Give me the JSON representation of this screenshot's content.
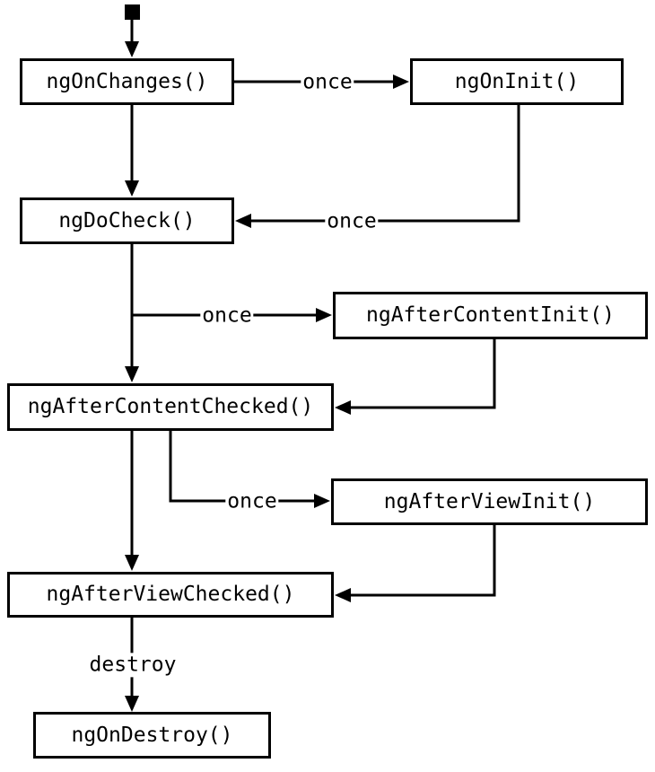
{
  "diagram": {
    "kind": "flowchart",
    "colors": {
      "ink": "#000000",
      "paper": "#ffffff"
    },
    "start_marker": "filled-square-initial-state"
  },
  "nodes": [
    {
      "id": "ngOnChanges",
      "label": "ngOnChanges()"
    },
    {
      "id": "ngOnInit",
      "label": "ngOnInit()"
    },
    {
      "id": "ngDoCheck",
      "label": "ngDoCheck()"
    },
    {
      "id": "ngAfterContentInit",
      "label": "ngAfterContentInit()"
    },
    {
      "id": "ngAfterContentChecked",
      "label": "ngAfterContentChecked()"
    },
    {
      "id": "ngAfterViewInit",
      "label": "ngAfterViewInit()"
    },
    {
      "id": "ngAfterViewChecked",
      "label": "ngAfterViewChecked()"
    },
    {
      "id": "ngOnDestroy",
      "label": "ngOnDestroy()"
    }
  ],
  "edges": [
    {
      "from": "start",
      "to": "ngOnChanges",
      "label": ""
    },
    {
      "from": "ngOnChanges",
      "to": "ngOnInit",
      "label": "once"
    },
    {
      "from": "ngOnChanges",
      "to": "ngDoCheck",
      "label": ""
    },
    {
      "from": "ngOnInit",
      "to": "ngDoCheck",
      "label": "once"
    },
    {
      "from": "ngDoCheck",
      "to": "ngAfterContentInit",
      "label": "once"
    },
    {
      "from": "ngDoCheck",
      "to": "ngAfterContentChecked",
      "label": ""
    },
    {
      "from": "ngAfterContentInit",
      "to": "ngAfterContentChecked",
      "label": ""
    },
    {
      "from": "ngAfterContentChecked",
      "to": "ngAfterViewInit",
      "label": "once"
    },
    {
      "from": "ngAfterContentChecked",
      "to": "ngAfterViewChecked",
      "label": ""
    },
    {
      "from": "ngAfterViewInit",
      "to": "ngAfterViewChecked",
      "label": ""
    },
    {
      "from": "ngAfterViewChecked",
      "to": "ngOnDestroy",
      "label": "destroy"
    }
  ]
}
